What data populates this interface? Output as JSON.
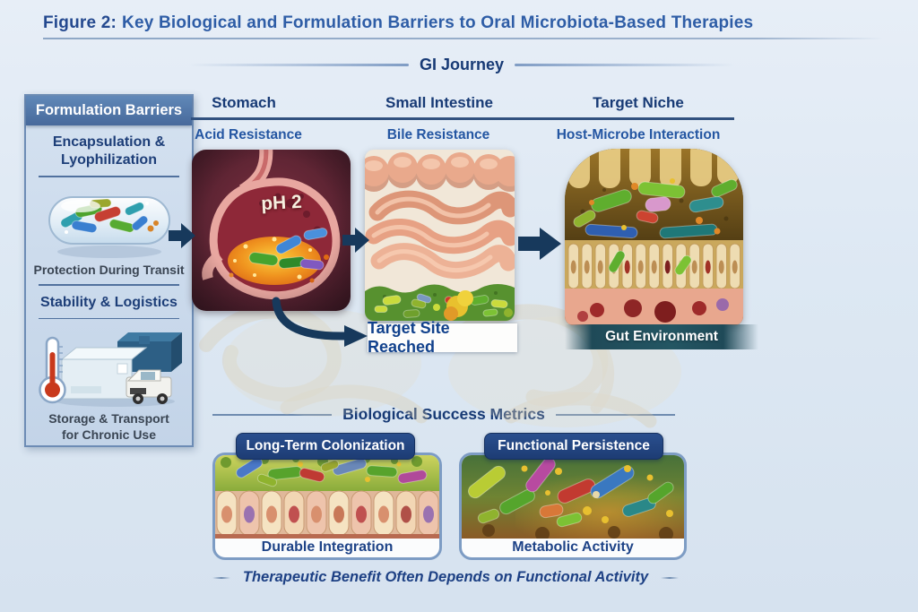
{
  "figure": {
    "label": "Figure 2:",
    "title": "Key Biological and Formulation Barriers to Oral Microbiota-Based Therapies"
  },
  "gi_journey": {
    "heading": "GI Journey"
  },
  "sidebar": {
    "header": "Formulation Barriers",
    "encapsulation": {
      "title": "Encapsulation & Lyophilization",
      "caption": "Protection During Transit"
    },
    "stability": {
      "title": "Stability & Logistics",
      "caption": "Storage & Transport for Chronic Use"
    }
  },
  "stages": [
    {
      "name": "Stomach",
      "barrier": "Acid Resistance",
      "ph_label": "pH 2"
    },
    {
      "name": "Small Intestine",
      "barrier": "Bile Resistance"
    },
    {
      "name": "Target Niche",
      "barrier": "Host-Microbe Interaction"
    }
  ],
  "labels": {
    "target_site": "Target Site Reached",
    "gut_environment": "Gut Environment"
  },
  "metrics": {
    "heading": "Biological Success Metrics",
    "panels": [
      {
        "title": "Long-Term Colonization",
        "caption": "Durable Integration"
      },
      {
        "title": "Functional Persistence",
        "caption": "Metabolic Activity"
      }
    ]
  },
  "footer": {
    "note": "Therapeutic Benefit Often Depends on Functional Activity"
  },
  "colors": {
    "title_blue": "#2e5da6",
    "heading_navy": "#173a75",
    "steel_blue": "#4d73a4",
    "arrow_navy": "#17395c",
    "banner_teal": "#1f4a58",
    "panel_header_navy": "#20457f",
    "background": "#dde7f2"
  }
}
